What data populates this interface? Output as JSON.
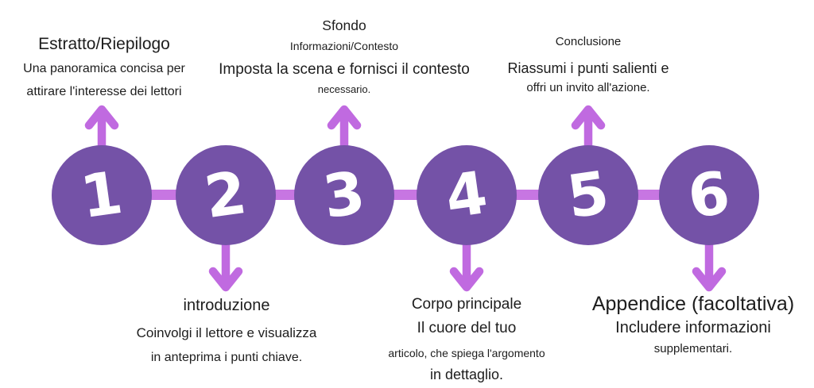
{
  "diagram": {
    "title_semantic": "article-structure-timeline",
    "colors": {
      "background": "#ffffff",
      "circle_fill": "#7452a7",
      "number_color": "#ffffff",
      "connector_color": "#c776e2",
      "arrow_color": "#c06ae0",
      "text_color": "#1d1d1d"
    }
  },
  "steps": [
    {
      "number": "1",
      "position": "above",
      "title": "Estratto/Riepilogo",
      "lines": [
        "Una panoramica concisa per",
        "attirare l'interesse dei lettori"
      ]
    },
    {
      "number": "2",
      "position": "below",
      "title": "introduzione",
      "lines": [
        "Coinvolgi il lettore e visualizza",
        "in anteprima i punti chiave."
      ]
    },
    {
      "number": "3",
      "position": "above",
      "title": "Sfondo",
      "subtitle": "Informazioni/Contesto",
      "lines": [
        "Imposta la scena e fornisci il contesto",
        "necessario."
      ]
    },
    {
      "number": "4",
      "position": "below",
      "title": "Corpo principale",
      "lines": [
        "Il cuore del tuo",
        "articolo, che spiega l'argomento",
        "in dettaglio."
      ]
    },
    {
      "number": "5",
      "position": "above",
      "title": "Conclusione",
      "lines": [
        "Riassumi i punti salienti e",
        "offri un invito all'azione."
      ]
    },
    {
      "number": "6",
      "position": "below",
      "title": "Appendice (facoltativa)",
      "lines": [
        "Includere informazioni",
        "supplementari."
      ]
    }
  ]
}
